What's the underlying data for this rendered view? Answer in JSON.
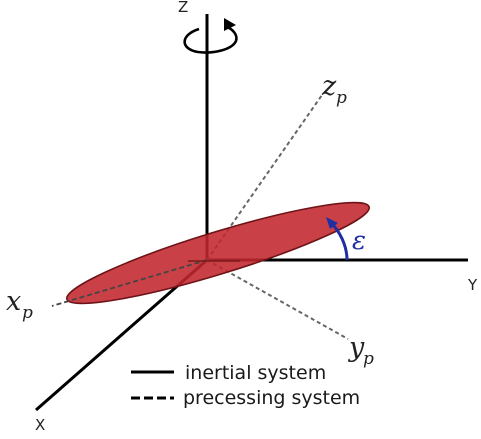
{
  "axes": {
    "inertial": {
      "z": "Z",
      "y": "Y",
      "x": "X"
    },
    "precessing": {
      "z": {
        "main": "z",
        "sub": "p"
      },
      "y": {
        "main": "y",
        "sub": "p"
      },
      "x": {
        "main": "x",
        "sub": "p"
      }
    }
  },
  "angle_label": "ε",
  "legend": {
    "solid_label": "inertial system",
    "dashed_label": "precessing system"
  },
  "colors": {
    "disk_fill": "#c1272d",
    "disk_stroke": "#6e1418",
    "angle_arc": "#1f2fa0",
    "axis": "#000000",
    "dashed_axis": "#666666"
  },
  "icons": {
    "rotation": "curved-arrow-icon"
  }
}
